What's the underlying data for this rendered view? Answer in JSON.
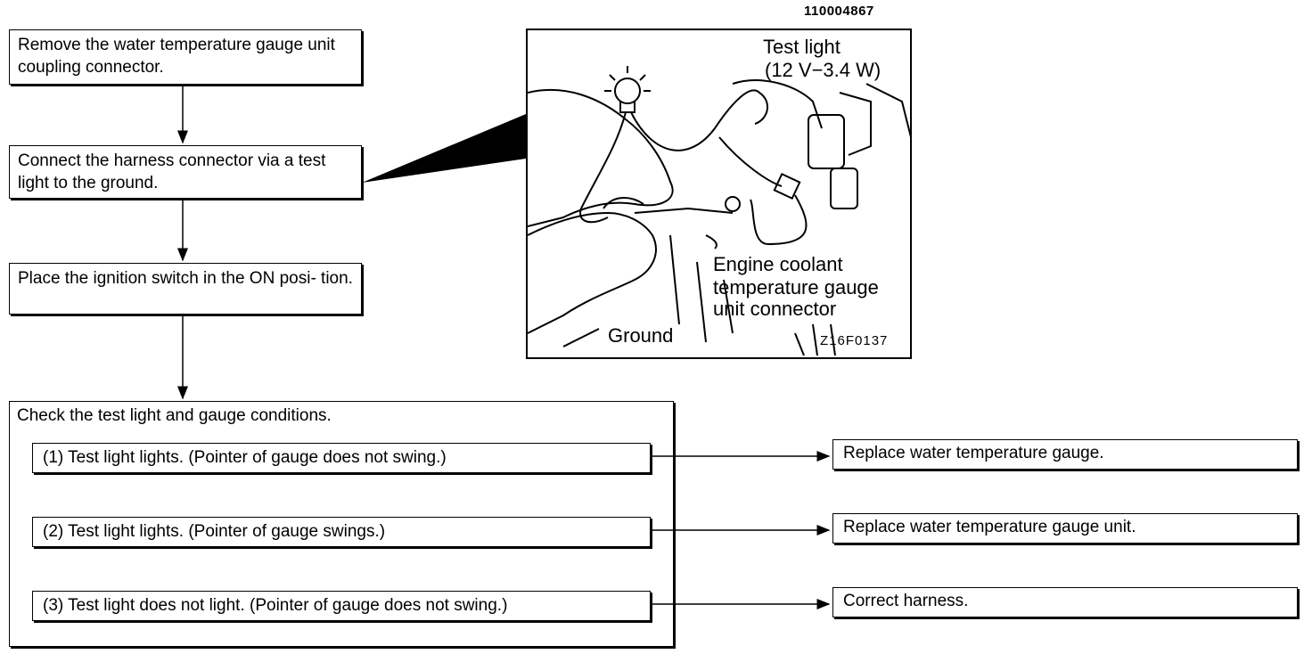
{
  "document_code": "110004867",
  "steps": [
    "Remove the water temperature gauge unit coupling connector.",
    "Connect the harness connector via a test light to the ground.",
    "Place the ignition switch in the ON posi- tion."
  ],
  "check": {
    "title": "Check the test light and gauge conditions.",
    "conditions": [
      "(1) Test light lights. (Pointer of gauge does not swing.)",
      "(2) Test light lights. (Pointer of gauge swings.)",
      "(3) Test light does not light. (Pointer of gauge does not swing.)"
    ],
    "results": [
      "Replace water temperature gauge.",
      "Replace water temperature gauge unit.",
      "Correct harness."
    ]
  },
  "illustration": {
    "test_light_label_1": "Test light",
    "test_light_label_2": "(12 V−3.4 W)",
    "connector_label_1": "Engine coolant",
    "connector_label_2": "temperature gauge",
    "connector_label_3": "unit connector",
    "ground_label": "Ground",
    "figure_id": "Z16F0137"
  }
}
